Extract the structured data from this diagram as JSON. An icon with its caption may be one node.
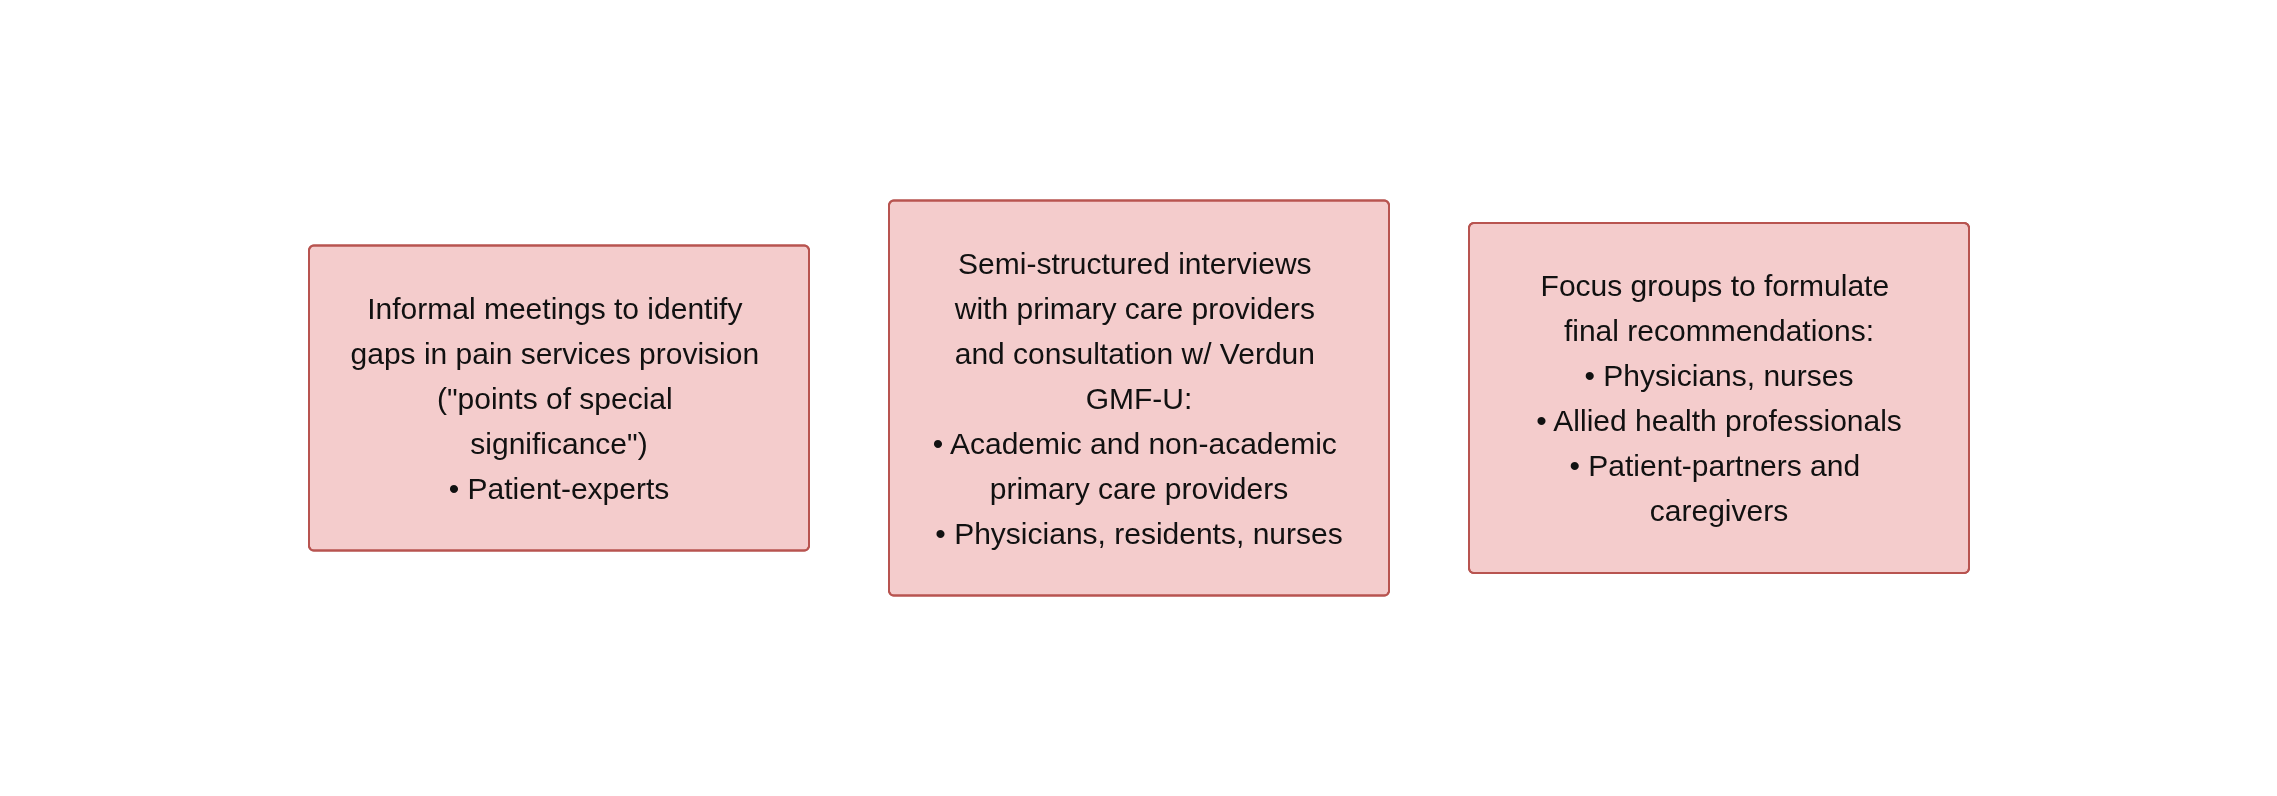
{
  "diagram": {
    "nodes": [
      {
        "text": [
          "Informal meetings to identify gaps in pain services provision (\"points of special significance\")",
          "• Patient-experts"
        ]
      },
      {
        "text": [
          "Semi-structured interviews with primary care providers and consultation w/ Verdun GMF-U:",
          "• Academic and non-academic primary care providers",
          "• Physicians, residents, nurses"
        ]
      },
      {
        "text": [
          "Focus groups to formulate final recommendations:",
          "• Physicians, nurses",
          "• Allied health professionals",
          "• Patient-partners and caregivers"
        ]
      }
    ],
    "edges": []
  }
}
